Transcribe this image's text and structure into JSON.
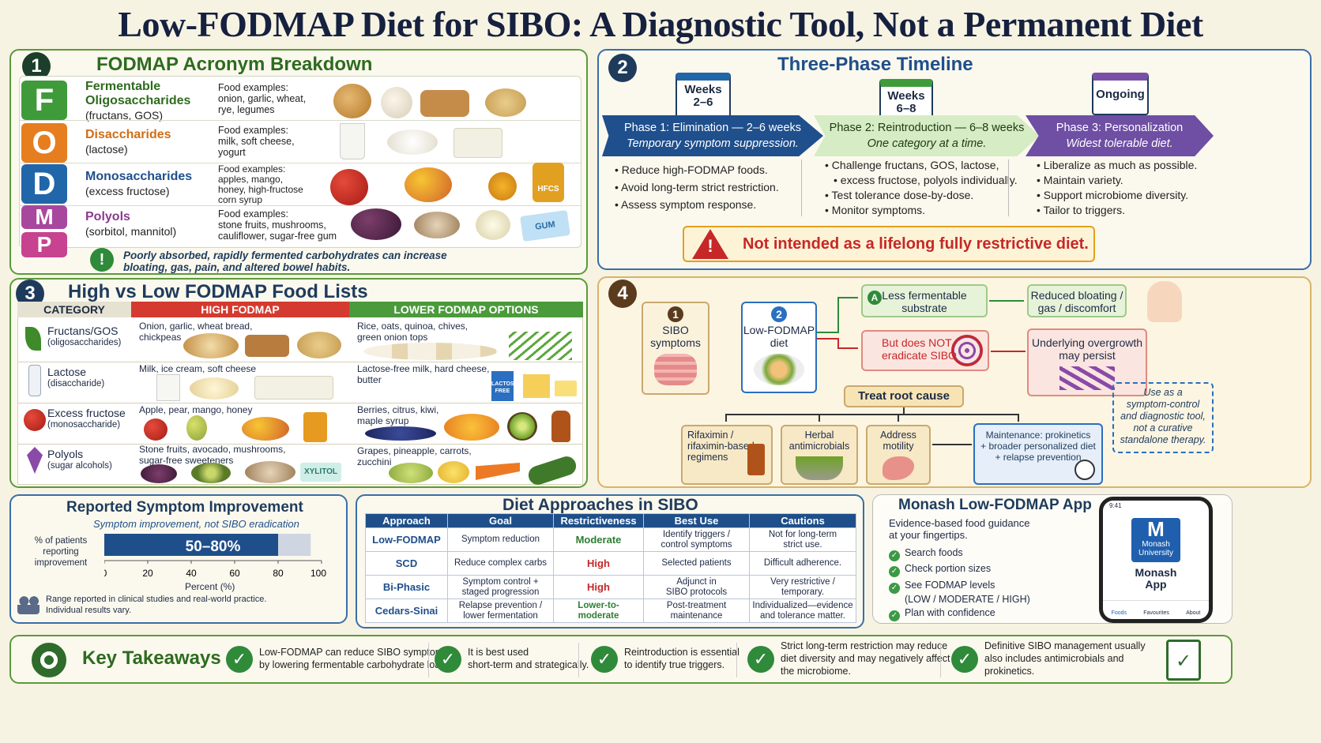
{
  "title": "Low-FODMAP Diet for SIBO: A Diagnostic Tool, Not a Permanent Diet",
  "panel1": {
    "num": "1",
    "heading": "FODMAP Acronym Breakdown",
    "rows": [
      {
        "letter": "F",
        "color": "#3f9b3a",
        "name1": "Fermentable",
        "name2": "Oligosaccharides",
        "name3": "(fructans, GOS)",
        "ex": [
          "Food examples:",
          "onion, garlic, wheat,",
          "rye, legumes"
        ]
      },
      {
        "letter": "O",
        "color": "#e67d1f",
        "name1": "Disaccharides",
        "name2": "(lactose)",
        "name3": "",
        "ex": [
          "Food examples:",
          "milk, soft cheese,",
          "yogurt"
        ]
      },
      {
        "letter": "D",
        "color": "#2166a8",
        "name1": "Monosaccharides",
        "name2": "(excess fructose)",
        "name3": "",
        "ex": [
          "Food examples:",
          "apples, mango,",
          "honey, high-fructose",
          "corn syrup"
        ]
      },
      {
        "letter": "M",
        "color": "#a8479e",
        "name1": "Polyols",
        "name2": "(sorbitol, mannitol)",
        "name3": "",
        "ex": [
          "Food examples:",
          "stone fruits, mushrooms,",
          "cauliflower, sugar-free gum"
        ]
      },
      {
        "letter": "P",
        "color": "#c7428f"
      }
    ],
    "note1": "Poorly absorbed, rapidly fermented carbohydrates can increase",
    "note2": "bloating, gas, pain, and altered bowel habits.",
    "hfcs": "HFCS",
    "gum": "GUM"
  },
  "panel2": {
    "num": "2",
    "heading": "Three-Phase Timeline",
    "cal1": [
      "Weeks",
      "2–6"
    ],
    "cal2": [
      "Weeks",
      "6–8"
    ],
    "cal3": [
      "Ongoing"
    ],
    "phase1": {
      "t1": "Phase 1: Elimination — 2–6 weeks",
      "t2": "Temporary symptom suppression.",
      "bullets": [
        "Reduce high-FODMAP foods.",
        "Avoid long-term strict restriction.",
        "Assess symptom response."
      ]
    },
    "phase2": {
      "t1": "Phase 2: Reintroduction — 6–8 weeks",
      "t2": "One category at a time.",
      "bullets": [
        "Challenge fructans, GOS, lactose,",
        "excess fructose, polyols individually.",
        "Test tolerance dose-by-dose.",
        "Monitor symptoms."
      ]
    },
    "phase3": {
      "t1": "Phase 3: Personalization",
      "t2": "Widest tolerable diet.",
      "bullets": [
        "Liberalize as much as possible.",
        "Maintain variety.",
        "Support microbiome diversity.",
        "Tailor to triggers."
      ]
    },
    "warning": "Not intended as a lifelong fully restrictive diet."
  },
  "panel3": {
    "num": "3",
    "heading": "High vs Low FODMAP Food Lists",
    "col_cat": "CATEGORY",
    "col_high": "HIGH FODMAP",
    "col_low": "LOWER FODMAP OPTIONS",
    "rows": [
      {
        "c1": "Fructans/GOS",
        "c2": "(oligosaccharides)",
        "high": [
          "Onion, garlic, wheat bread,",
          "chickpeas"
        ],
        "low": [
          "Rice, oats, quinoa, chives,",
          "green onion tops"
        ]
      },
      {
        "c1": "Lactose",
        "c2": "(disaccharide)",
        "high": [
          "Milk, ice cream, soft cheese"
        ],
        "low": [
          "Lactose-free milk, hard cheese,",
          "butter"
        ]
      },
      {
        "c1": "Excess fructose",
        "c2": "(monosaccharide)",
        "high": [
          "Apple, pear, mango, honey"
        ],
        "low": [
          "Berries, citrus, kiwi,",
          "maple syrup"
        ]
      },
      {
        "c1": "Polyols",
        "c2": "(sugar alcohols)",
        "high": [
          "Stone fruits, avocado, mushrooms,",
          "sugar-free sweeteners"
        ],
        "low": [
          "Grapes, pineapple, carrots,",
          "zucchini"
        ]
      }
    ],
    "lactose_free": [
      "LACTOSE",
      "FREE"
    ],
    "xylitol": "XYLITOL"
  },
  "panel4": {
    "num": "4",
    "sibo": [
      "1",
      "SIBO",
      "symptoms"
    ],
    "lowf": [
      "2",
      "Low-FODMAP",
      "diet"
    ],
    "a_badge": "A",
    "less": [
      "Less fermentable",
      "substrate"
    ],
    "reduced": [
      "Reduced bloating /",
      "gas / discomfort"
    ],
    "notera": [
      "But does NOT",
      "eradicate SIBO"
    ],
    "under": [
      "Underlying overgrowth",
      "may persist"
    ],
    "root": "Treat root cause",
    "rifax": [
      "Rifaximin /",
      "rifaximin-based",
      "regimens"
    ],
    "herbal": [
      "Herbal",
      "antimicrobials"
    ],
    "motility": [
      "Address",
      "motility"
    ],
    "maint": [
      "Maintenance: prokinetics",
      "+ broader personalized diet",
      "+ relapse prevention"
    ],
    "use": [
      "Use as a",
      "symptom-control",
      "and diagnostic tool,",
      "not a curative",
      "standalone therapy."
    ]
  },
  "symptom": {
    "heading": "Reported Symptom Improvement",
    "sub": "Symptom improvement, not SIBO eradication",
    "ylabel": [
      "% of patients",
      "reporting improvement"
    ],
    "range_label": "50–80%",
    "range": [
      50,
      80
    ],
    "ticks": [
      "0",
      "20",
      "40",
      "60",
      "80",
      "100"
    ],
    "xlabel": "Percent (%)",
    "foot1": "Range reported in clinical studies and real-world practice.",
    "foot2": "Individual results vary."
  },
  "diet": {
    "heading": "Diet Approaches in SIBO",
    "headers": [
      "Approach",
      "Goal",
      "Restrictiveness",
      "Best Use",
      "Cautions"
    ],
    "rows": [
      {
        "a": "Low-FODMAP",
        "g": [
          "Symptom reduction"
        ],
        "r": "Moderate",
        "rc": "#2e7d32",
        "b": [
          "Identify triggers /",
          "control symptoms"
        ],
        "c": [
          "Not for long-term",
          "strict use."
        ]
      },
      {
        "a": "SCD",
        "g": [
          "Reduce complex carbs"
        ],
        "r": "High",
        "rc": "#c62828",
        "b": [
          "Selected patients"
        ],
        "c": [
          "Difficult adherence."
        ]
      },
      {
        "a": "Bi-Phasic",
        "g": [
          "Symptom control +",
          "staged progression"
        ],
        "r": "High",
        "rc": "#c62828",
        "b": [
          "Adjunct in",
          "SIBO protocols"
        ],
        "c": [
          "Very restrictive /",
          "temporary."
        ]
      },
      {
        "a": "Cedars-Sinai",
        "g": [
          "Relapse prevention /",
          "lower fermentation"
        ],
        "r": "Lower-to-\nmoderate",
        "rc": "#2e7d32",
        "b": [
          "Post-treatment",
          "maintenance"
        ],
        "c": [
          "Individualized—evidence",
          "and tolerance matter."
        ]
      }
    ]
  },
  "app": {
    "heading": "Monash Low-FODMAP App",
    "sub1": "Evidence-based food guidance",
    "sub2": "at your fingertips.",
    "items": [
      "Search foods",
      "Check portion sizes",
      "See FODMAP levels",
      "Plan with confidence"
    ],
    "item3b": "(LOW / MODERATE / HIGH)",
    "phone_time": "9:41",
    "logo_m": "M",
    "logo_1": "Monash",
    "logo_2": "University",
    "phone_t1": "Monash",
    "phone_t2": "App",
    "nav": [
      "Foods",
      "Favourites",
      "About"
    ]
  },
  "key": {
    "heading": "Key Takeaways",
    "items": [
      [
        "Low-FODMAP can reduce SIBO symptoms",
        "by lowering fermentable carbohydrate load."
      ],
      [
        "It is best used",
        "short-term and strategically."
      ],
      [
        "Reintroduction is essential",
        "to identify true triggers."
      ],
      [
        "Strict long-term restriction may reduce",
        "diet diversity and may negatively affect",
        "the microbiome."
      ],
      [
        "Definitive SIBO management usually",
        "also includes antimicrobials and",
        "prokinetics."
      ]
    ]
  }
}
